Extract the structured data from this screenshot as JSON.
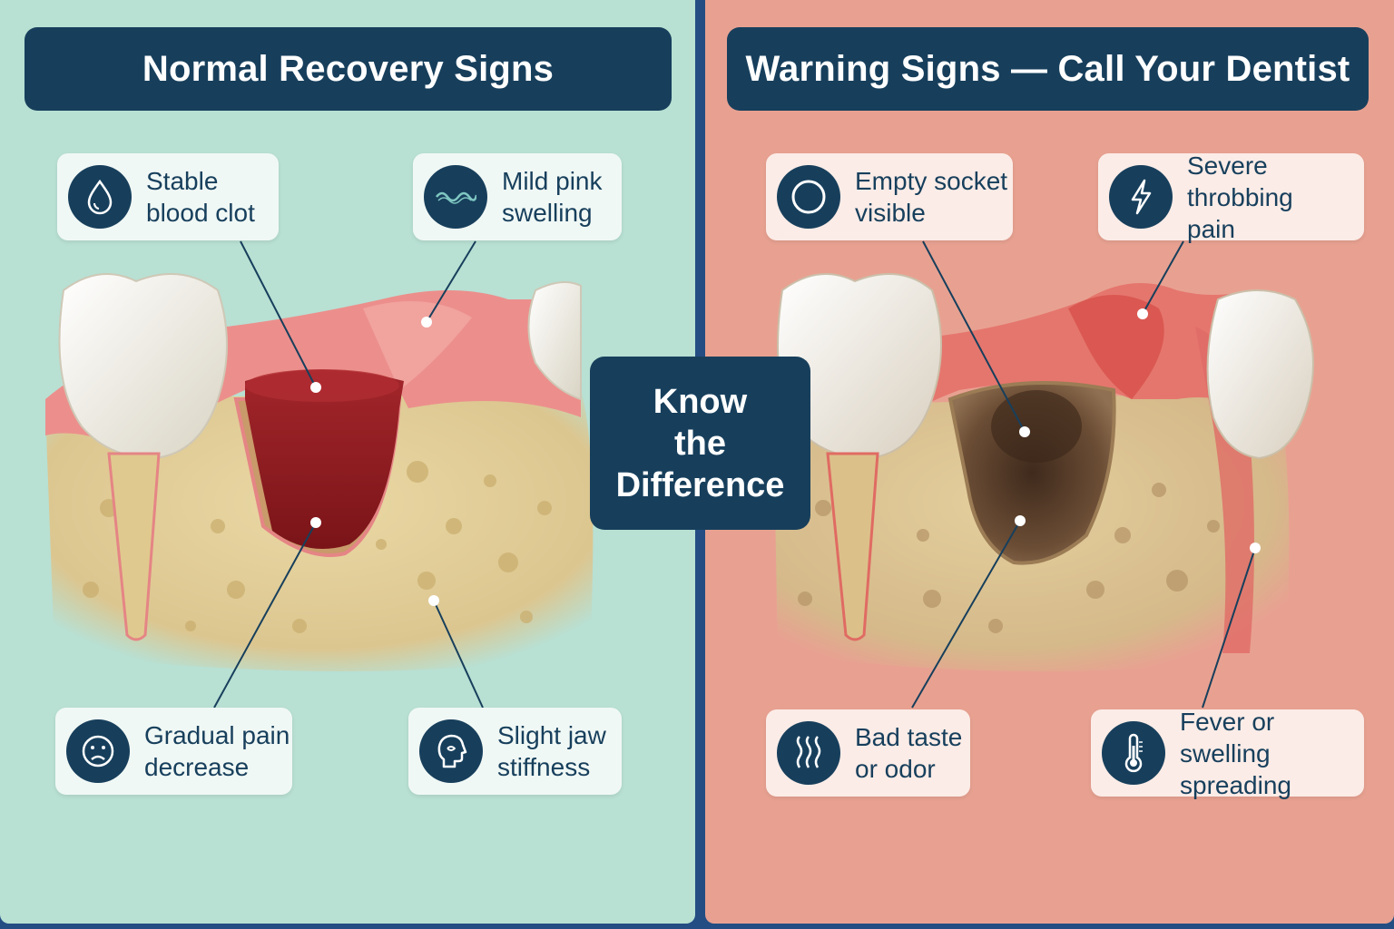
{
  "left_panel": {
    "title": "Normal Recovery Signs",
    "callouts": [
      {
        "label": "Stable\nblood clot",
        "icon": "droplet-icon"
      },
      {
        "label": "Mild pink\nswelling",
        "icon": "wave-icon"
      },
      {
        "label": "Gradual pain\ndecrease",
        "icon": "sad-face-icon"
      },
      {
        "label": "Slight jaw\nstiffness",
        "icon": "head-profile-icon"
      }
    ]
  },
  "right_panel": {
    "title": "Warning Signs — Call Your Dentist",
    "callouts": [
      {
        "label": "Empty socket\nvisible",
        "icon": "circle-icon"
      },
      {
        "label": "Severe throbbing\npain",
        "icon": "lightning-icon"
      },
      {
        "label": "Bad taste\nor odor",
        "icon": "odor-icon"
      },
      {
        "label": "Fever or swelling\nspreading",
        "icon": "thermometer-icon"
      }
    ]
  },
  "center": {
    "label": "Know\nthe\nDifference"
  },
  "colors": {
    "navy": "#173f5c",
    "frame": "#234d83",
    "normal_bg": "#b8e0d3",
    "warning_bg": "#e8a191",
    "gum": "#e88a8a",
    "bone": "#e3cf98",
    "clot": "#8e1c22",
    "empty_socket": "#5e4330"
  }
}
